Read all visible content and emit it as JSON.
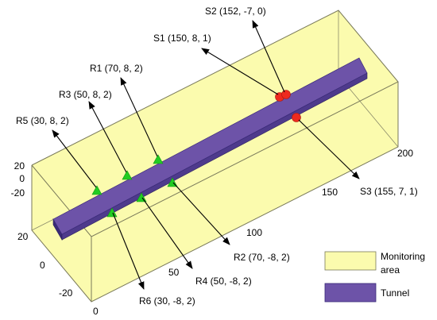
{
  "colors": {
    "monitoring_area": "#fbfbae",
    "tunnel": "#6d53a8",
    "receiver": "#22cc22",
    "source": "#ee2a1e"
  },
  "axes": {
    "x_ticks": [
      "0",
      "50",
      "100",
      "150",
      "200"
    ],
    "y_ticks": [
      "20",
      "0",
      "-20"
    ],
    "z_ticks": [
      "20",
      "0",
      "-20"
    ]
  },
  "sources": [
    {
      "id": "S1",
      "label": "S1 (150, 8, 1)"
    },
    {
      "id": "S2",
      "label": "S2 (152, -7, 0)"
    },
    {
      "id": "S3",
      "label": "S3 (155, 7, 1)"
    }
  ],
  "receivers": [
    {
      "id": "R1",
      "label": "R1 (70, 8, 2)"
    },
    {
      "id": "R3",
      "label": "R3 (50, 8, 2)"
    },
    {
      "id": "R5",
      "label": "R5 (30, 8, 2)"
    },
    {
      "id": "R2",
      "label": "R2 (70, -8, 2)"
    },
    {
      "id": "R4",
      "label": "R4 (50, -8, 2)"
    },
    {
      "id": "R6",
      "label": "R6 (30, -8, 2)"
    }
  ],
  "legend": {
    "monitoring_label_1": "Monitoring",
    "monitoring_label_2": "area",
    "tunnel_label": "Tunnel"
  }
}
